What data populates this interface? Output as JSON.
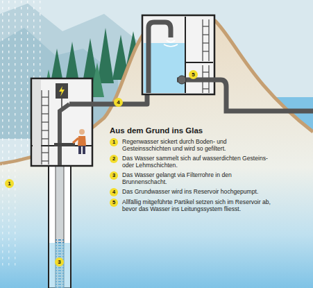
{
  "diagram": {
    "title": "Aus dem Grund ins Glas",
    "labels": [
      "1",
      "4",
      "5",
      "3",
      "1",
      "Regenwasser sickert durch Boden- und Gesteinsschichten und wird so gefiltert.",
      "2",
      "Das Wasser sammelt sich auf wasserdichten Gesteins- oder Lehmschichten.",
      "3",
      "Das Wasser gelangt via Filterrohre in den Brunnenschacht.",
      "4",
      "Das Grundwasser wird ins Reservoir hochgepumpt.",
      "5",
      "Allfällig mitgeführte Partikel setzen sich im Reservoir ab, bevor das Wasser ins Leitungssystem fliesst."
    ]
  }
}
